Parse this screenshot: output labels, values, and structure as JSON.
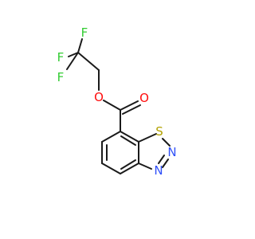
{
  "molecule": {
    "atoms": [
      {
        "symbol": "F",
        "color": "#33cc33"
      },
      {
        "symbol": "F",
        "color": "#33cc33"
      },
      {
        "symbol": "F",
        "color": "#33cc33"
      },
      {
        "symbol": "O",
        "color": "#ff0d0d"
      },
      {
        "symbol": "O",
        "color": "#ff0d0d"
      },
      {
        "symbol": "S",
        "color": "#b2a100"
      },
      {
        "symbol": "N",
        "color": "#3050f8"
      },
      {
        "symbol": "N",
        "color": "#3050f8"
      }
    ],
    "bond_color": "#1a1a1a"
  }
}
